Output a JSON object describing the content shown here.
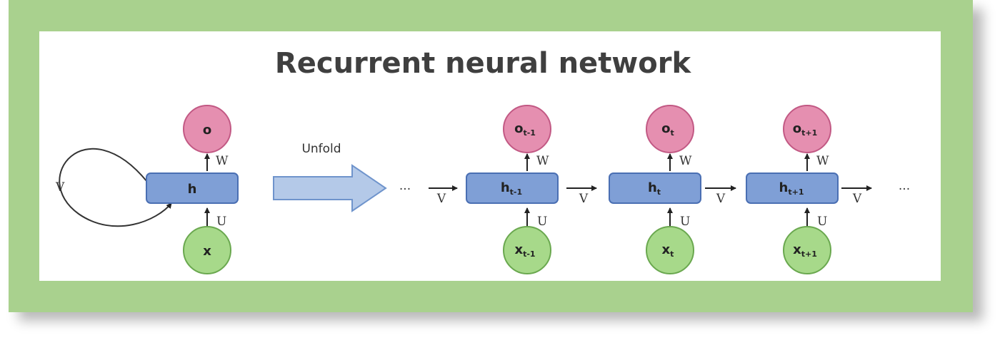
{
  "title": "Recurrent neural network",
  "unfold_label": "Unfold",
  "ellipsis": "···",
  "weights": {
    "input": "U",
    "hidden": "V",
    "output": "W"
  },
  "folded": {
    "input": "x",
    "hidden": "h",
    "output": "o"
  },
  "steps": [
    {
      "input": "x",
      "input_sub": "t-1",
      "hidden": "h",
      "hidden_sub": "t-1",
      "output": "o",
      "output_sub": "t-1"
    },
    {
      "input": "x",
      "input_sub": "t",
      "hidden": "h",
      "hidden_sub": "t",
      "output": "o",
      "output_sub": "t"
    },
    {
      "input": "x",
      "input_sub": "t+1",
      "hidden": "h",
      "hidden_sub": "t+1",
      "output": "o",
      "output_sub": "t+1"
    }
  ],
  "colors": {
    "border": "#a9d18e",
    "hidden_fill": "#7f9fd6",
    "hidden_stroke": "#4a6fb3",
    "output_fill": "#e58fb0",
    "output_stroke": "#c25984",
    "input_fill": "#a7d98a",
    "input_stroke": "#6aa84f",
    "arrow_fill": "#b4c9e8",
    "arrow_stroke": "#6f94cc"
  }
}
